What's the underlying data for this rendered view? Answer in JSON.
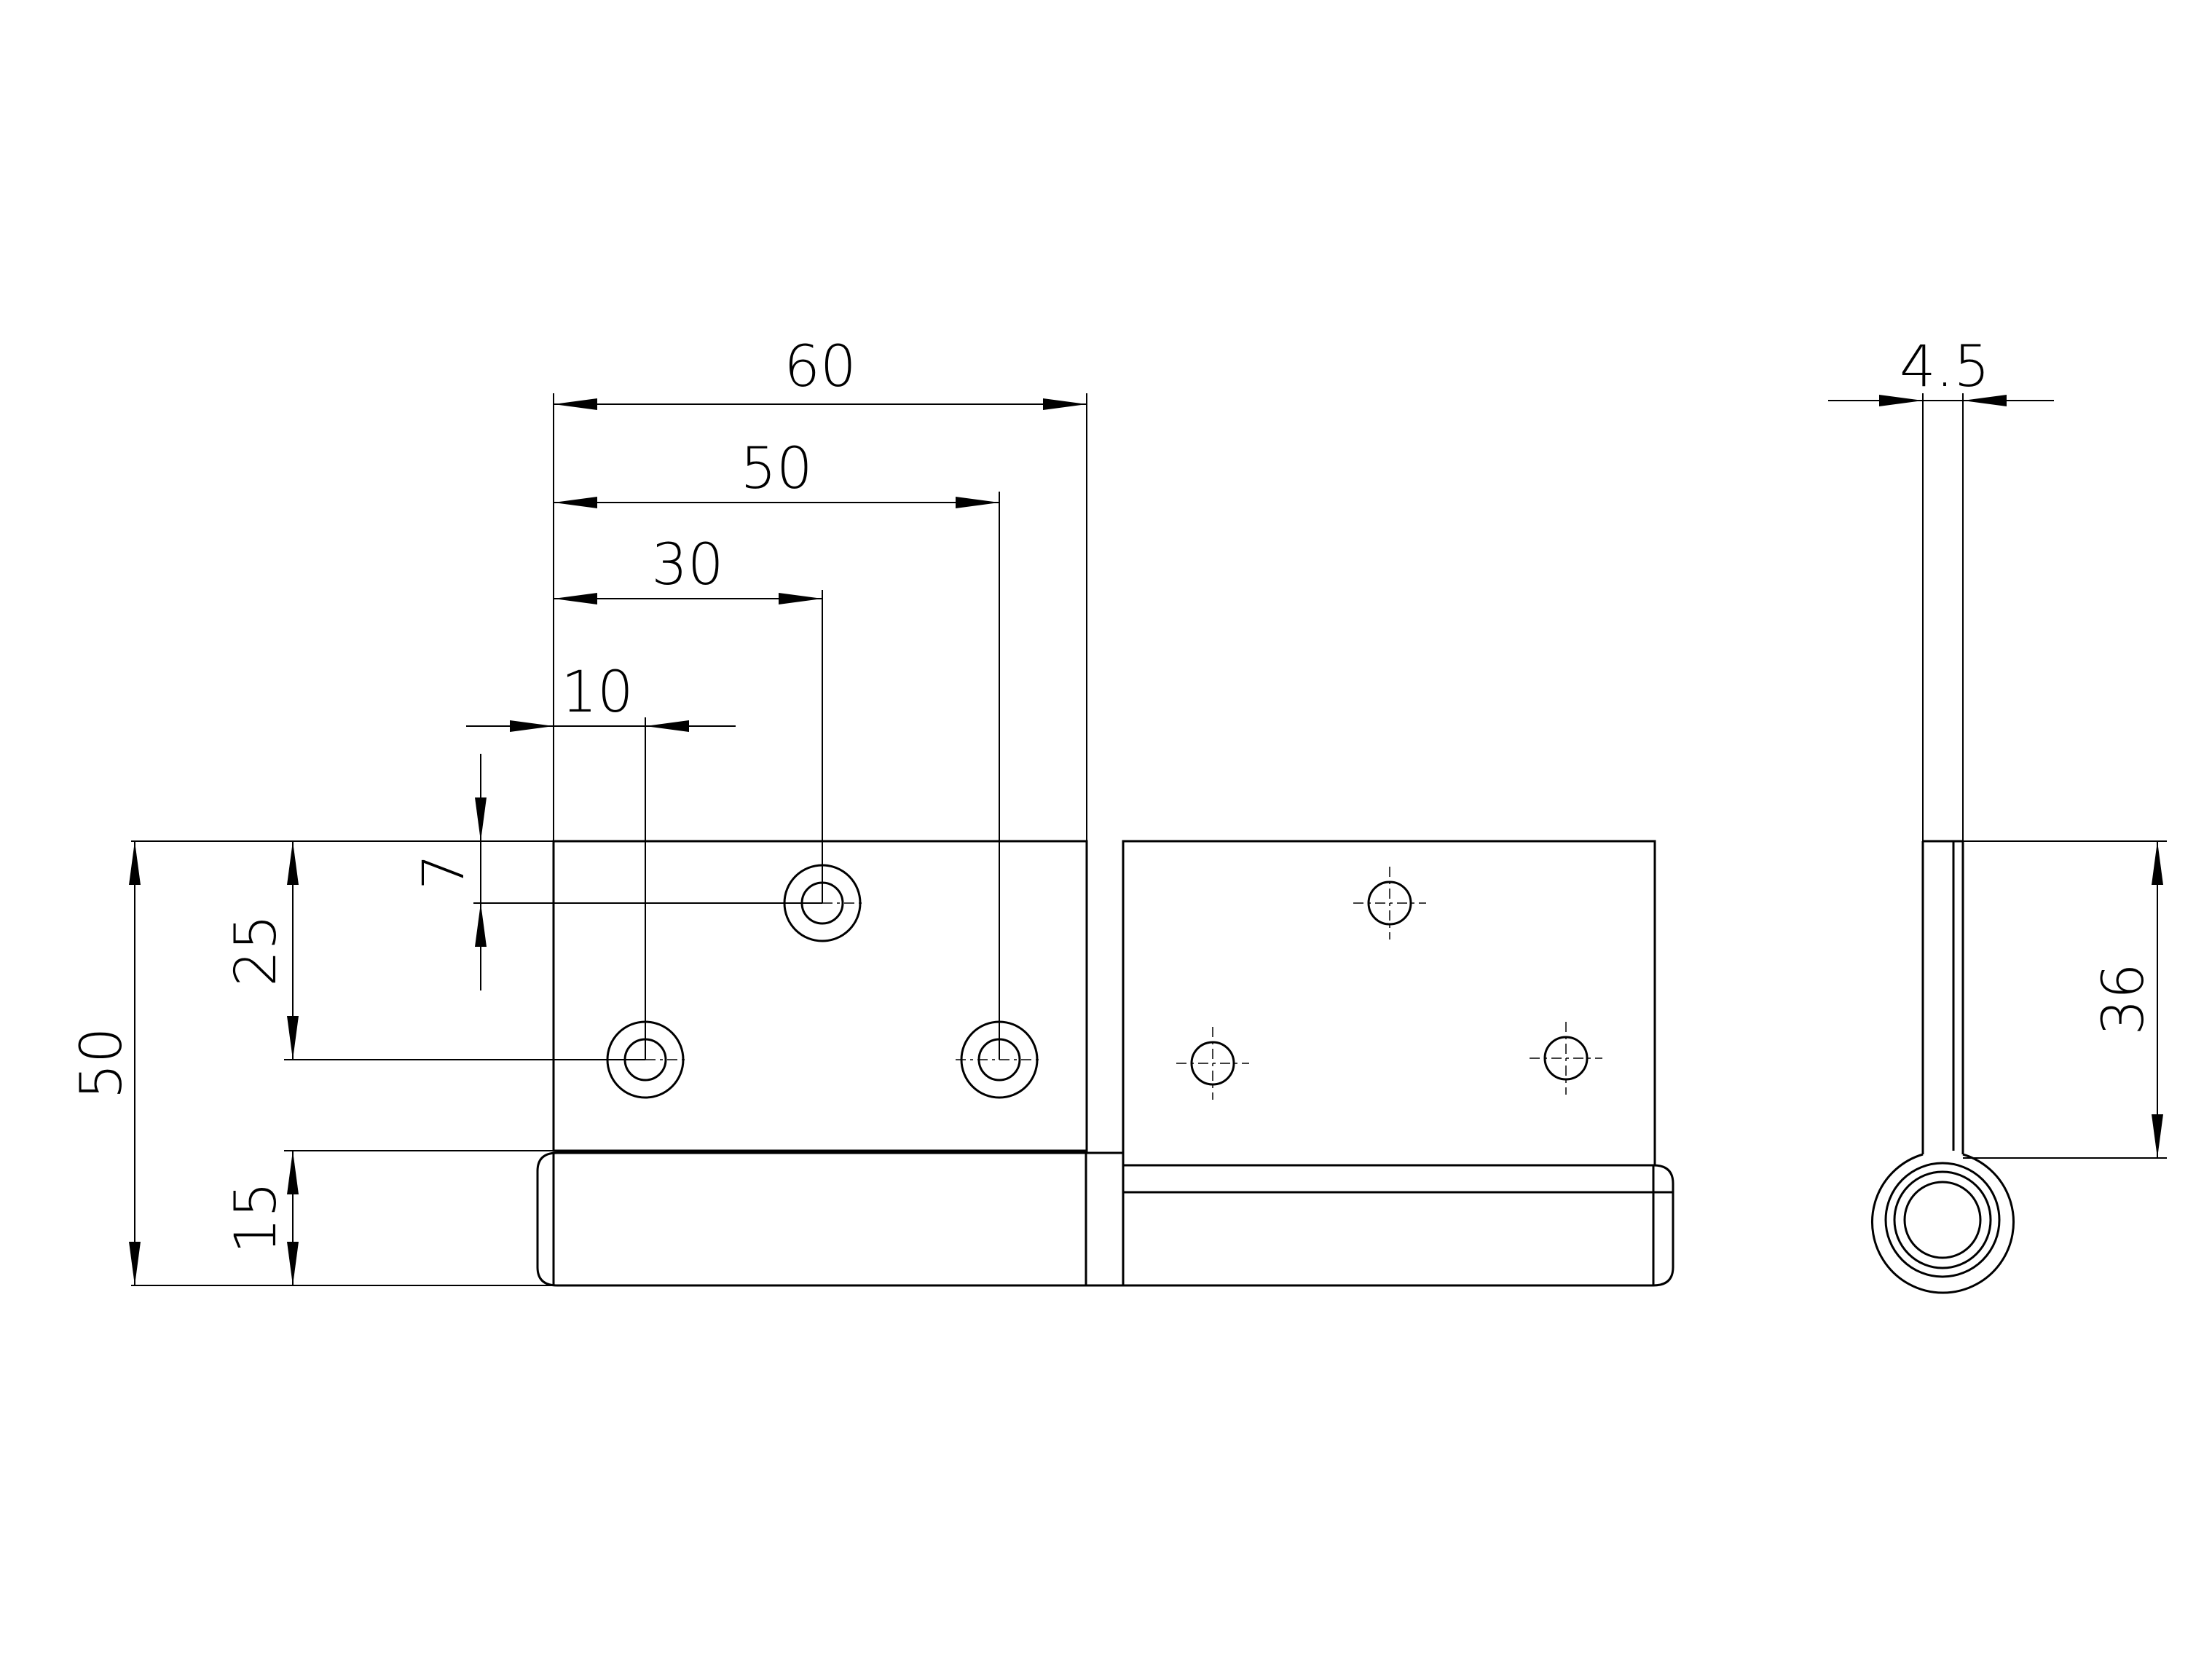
{
  "drawing": {
    "front_view": {
      "dimensions": {
        "overall_width": "60",
        "hole3_x": "50",
        "hole2_x": "30",
        "hole1_x": "10",
        "hole_top_y": "7",
        "hole_row_y": "25",
        "overall_height": "50",
        "knuckle_height": "15"
      }
    },
    "side_view": {
      "dimensions": {
        "thickness": "4.5",
        "leaf_length": "36"
      }
    }
  }
}
